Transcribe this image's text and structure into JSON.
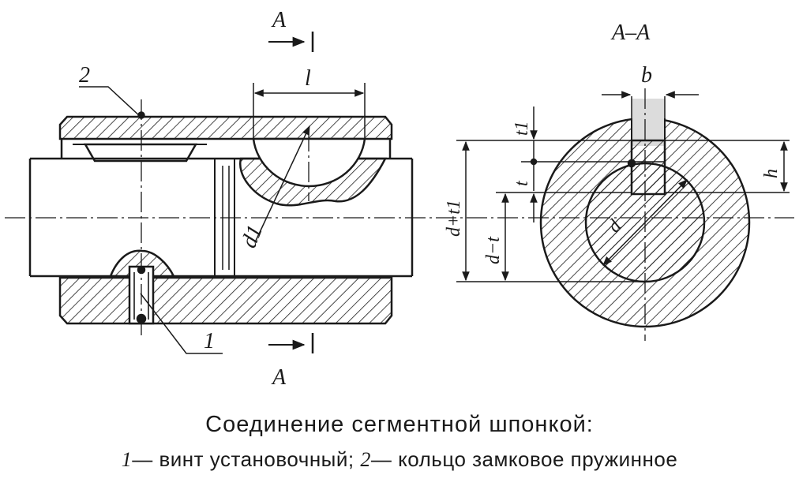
{
  "labels": {
    "section_mark_top": "A",
    "section_mark_bottom": "A",
    "section_title": "A–A",
    "length": "l",
    "segment_diameter": "d1",
    "width": "b",
    "hub_depth": "t1",
    "shaft_depth": "t",
    "key_height": "h",
    "shaft_diameter": "d",
    "dim_d_plus_t1": "d+t1",
    "dim_d_minus_t": "d−t",
    "callout_2": "2",
    "callout_1": "1"
  },
  "caption": {
    "title": "Соединение сегментной шпонкой:",
    "item1_num": "1",
    "item1_text": "— винт установочный;",
    "item2_num": "2",
    "item2_text": "— кольцо замковое пружинное"
  },
  "colors": {
    "ink": "#1a1a1a",
    "background": "#ffffff"
  }
}
